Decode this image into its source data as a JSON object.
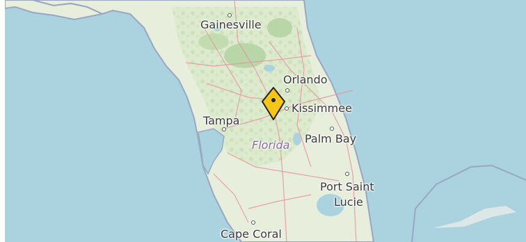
{
  "map": {
    "region": "Florida",
    "cities": {
      "gainesville": "Gainesville",
      "orlando": "Orlando",
      "kissimmee": "Kissimmee",
      "tampa": "Tampa",
      "palm_bay": "Palm Bay",
      "port_saint": "Port Saint",
      "lucie": "Lucie",
      "cape_coral": "Cape Coral"
    },
    "colors": {
      "water": "#aad3df",
      "land": "#f2efe9",
      "vegetation": "#d4e6c6",
      "forest": "#b9d6a8",
      "roads": "#e892a2",
      "coast_outline": "#9aa6c2",
      "marker_fill": "#f5c518"
    },
    "marker": {
      "icon": "map-pin-icon"
    }
  }
}
